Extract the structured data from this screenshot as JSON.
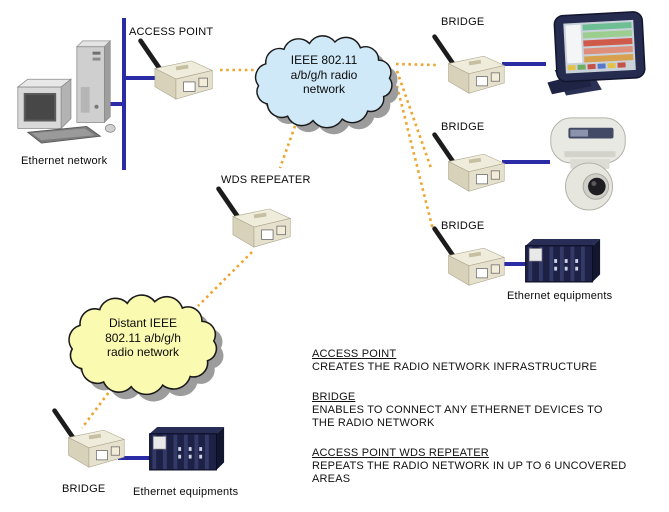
{
  "diagram": {
    "access_point_label": "ACCESS POINT",
    "ethernet_network_label": "Ethernet network",
    "wds_repeater_label": "WDS REPEATER",
    "bridge_label_1": "BRIDGE",
    "bridge_label_2": "BRIDGE",
    "bridge_label_3": "BRIDGE",
    "bridge_label_4": "BRIDGE",
    "ethernet_equipments_label_right": "Ethernet equipments",
    "ethernet_equipments_label_bottom": "Ethernet equipments",
    "cloud_main_text": "IEEE 802.11\na/b/g/h radio\nnetwork",
    "cloud_distant_text": "Distant IEEE\n802.11 a/b/g/h\nradio network"
  },
  "legend": {
    "entries": [
      {
        "title": "ACCESS POINT",
        "desc": "CREATES THE RADIO NETWORK INFRASTRUCTURE"
      },
      {
        "title": "BRIDGE",
        "desc": "ENABLES TO CONNECT ANY ETHERNET DEVICES TO\nTHE RADIO NETWORK"
      },
      {
        "title": "ACCESS POINT WDS REPEATER",
        "desc": "REPEATS THE RADIO NETWORK IN UP TO 6 UNCOVERED\nAREAS"
      }
    ]
  },
  "colors": {
    "radio_link": "#eda52f",
    "ethernet_link": "#2b2ba6",
    "cloud_main_fill": "#cfe9f8",
    "cloud_distant_fill": "#fafab0",
    "cloud_shadow": "#9c9c9c"
  }
}
